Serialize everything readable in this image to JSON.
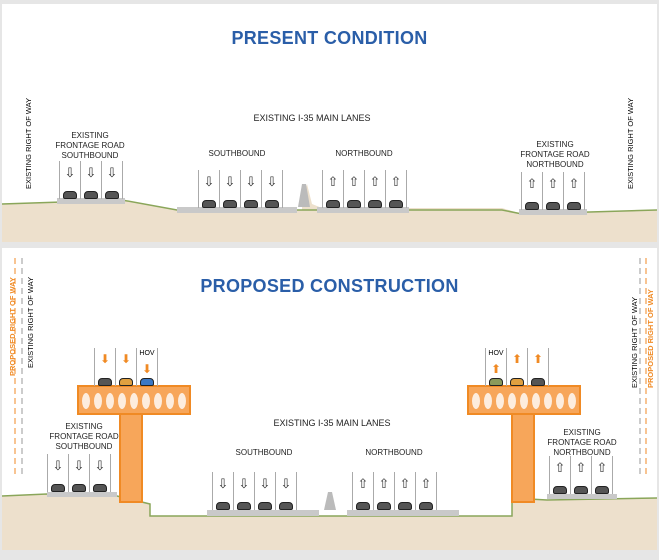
{
  "present": {
    "title": "PRESENT CONDITION",
    "row_left": "EXISTING RIGHT OF WAY",
    "row_right": "EXISTING RIGHT OF WAY",
    "main_lanes": "EXISTING I-35 MAIN LANES",
    "frontage_sb": [
      "EXISTING",
      "FRONTAGE ROAD",
      "SOUTHBOUND"
    ],
    "southbound": "SOUTHBOUND",
    "northbound": "NORTHBOUND",
    "frontage_nb": [
      "EXISTING",
      "FRONTAGE ROAD",
      "NORTHBOUND"
    ]
  },
  "proposed": {
    "title": "PROPOSED CONSTRUCTION",
    "prow_left": "PROPOSED RIGHT OF WAY",
    "row_left": "EXISTING RIGHT OF WAY",
    "row_right": "EXISTING RIGHT OF WAY",
    "prow_right": "PROPOSED RIGHT OF WAY",
    "main_lanes": "EXISTING I-35 MAIN LANES",
    "frontage_sb": [
      "EXISTING",
      "FRONTAGE ROAD",
      "SOUTHBOUND"
    ],
    "southbound": "SOUTHBOUND",
    "northbound": "NORTHBOUND",
    "frontage_nb": [
      "EXISTING",
      "FRONTAGE ROAD",
      "NORTHBOUND"
    ],
    "hov_left": "HOV",
    "hov_right": "HOV"
  },
  "colors": {
    "title": "#2a5ea8",
    "proposed": "#f08a24",
    "ground": "#e8d9c4",
    "pavement": "#c8c8c8"
  }
}
